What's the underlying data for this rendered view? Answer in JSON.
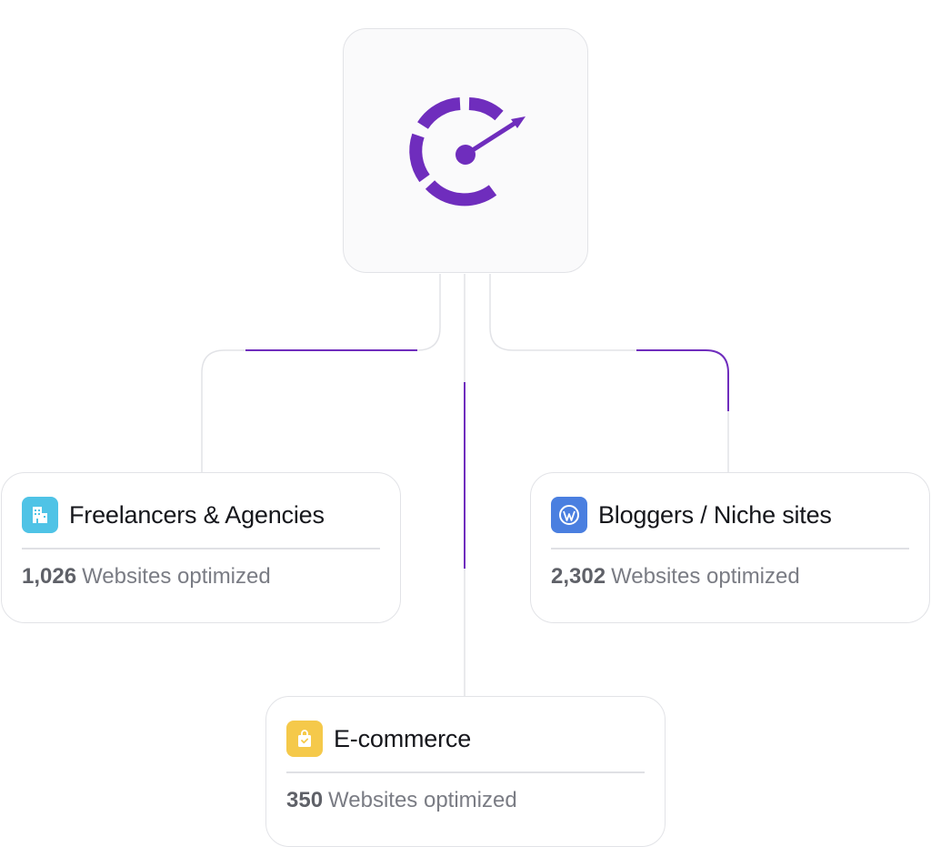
{
  "colors": {
    "accent": "#6f2dbd",
    "line": "#e2e3e7",
    "buildings_badge": "#4fc3e6",
    "wordpress_badge": "#4a7fe0",
    "shop_badge": "#f5c94a"
  },
  "hub": {
    "icon": "speedometer-icon"
  },
  "cards": {
    "freelancers": {
      "icon": "buildings-icon",
      "title": "Freelancers & Agencies",
      "count": "1,026",
      "stat_label": "Websites optimized"
    },
    "bloggers": {
      "icon": "wordpress-icon",
      "title": "Bloggers / Niche sites",
      "count": "2,302",
      "stat_label": "Websites optimized"
    },
    "ecommerce": {
      "icon": "shopping-bag-icon",
      "title": "E-commerce",
      "count": "350",
      "stat_label": "Websites optimized"
    }
  }
}
